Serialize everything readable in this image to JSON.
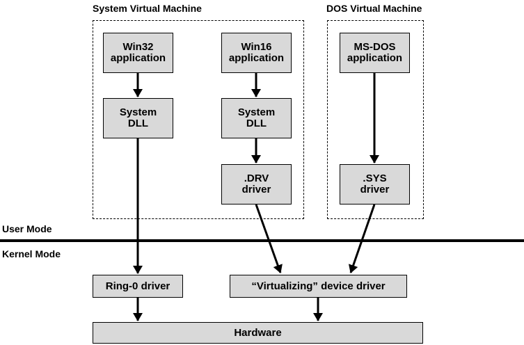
{
  "groups": {
    "system_vm": "System Virtual Machine",
    "dos_vm": "DOS Virtual Machine"
  },
  "modes": {
    "user": "User Mode",
    "kernel": "Kernel Mode"
  },
  "boxes": {
    "win32": [
      "Win32",
      "application"
    ],
    "win16": [
      "Win16",
      "application"
    ],
    "msdos": [
      "MS-DOS",
      "application"
    ],
    "sysdll_left": [
      "System",
      "DLL"
    ],
    "sysdll_mid": [
      "System",
      "DLL"
    ],
    "drv": [
      ".DRV",
      "driver"
    ],
    "sys": [
      ".SYS",
      "driver"
    ],
    "ring0": "Ring-0 driver",
    "vdd": "“Virtualizing” device driver",
    "hardware": "Hardware"
  }
}
